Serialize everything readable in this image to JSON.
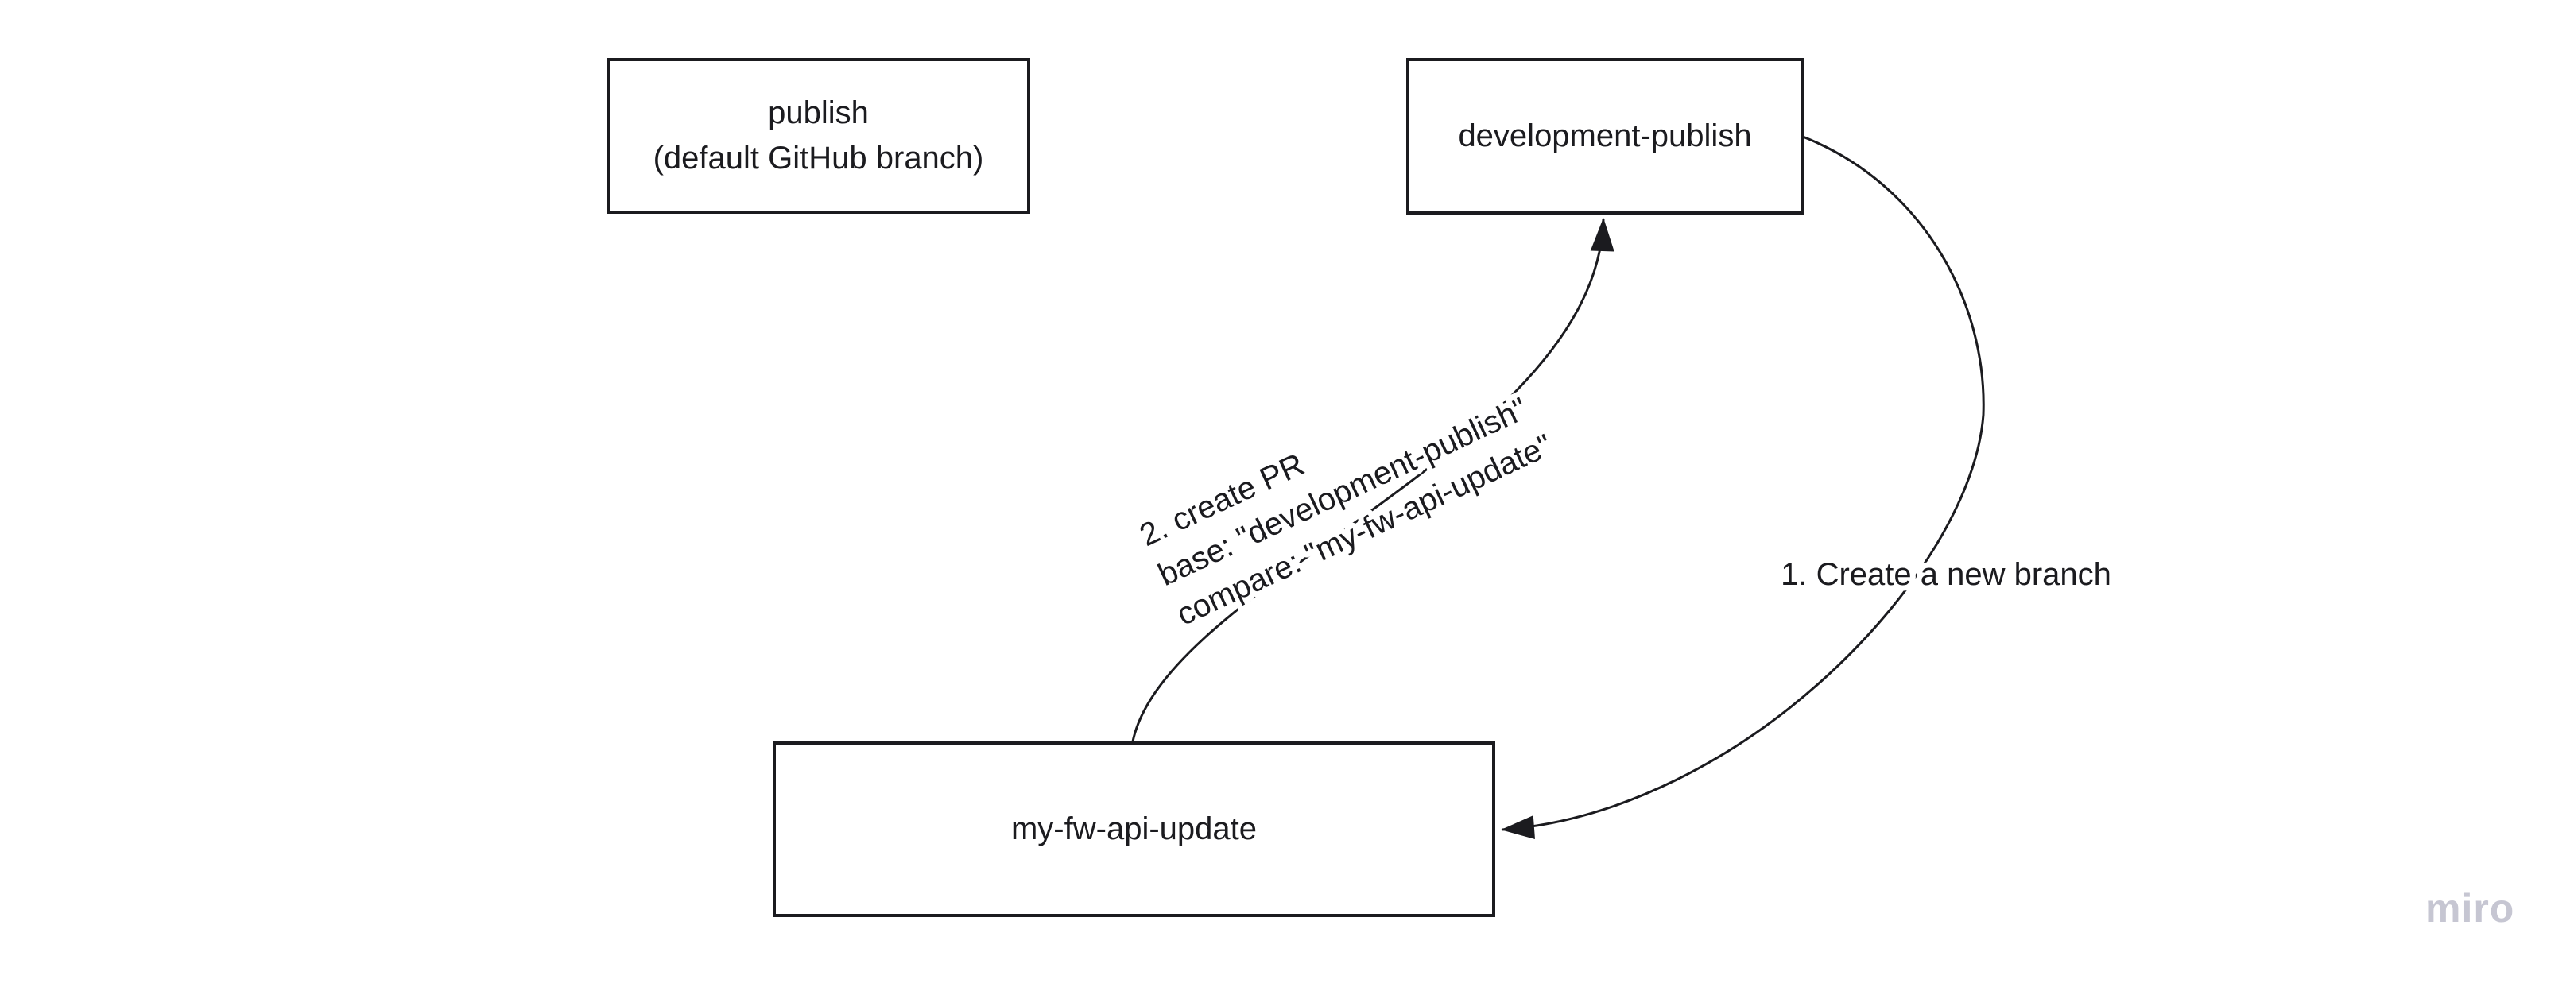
{
  "nodes": {
    "publish": {
      "line1": "publish",
      "line2": "(default GitHub branch)"
    },
    "development_publish": {
      "label": "development-publish"
    },
    "my_fw_api_update": {
      "label": "my-fw-api-update"
    }
  },
  "connectors": {
    "create_branch": {
      "label": "1. Create a new branch"
    },
    "create_pr": {
      "line1": "2. create PR",
      "line2": "base: \"development-publish\"",
      "line3": "compare: \"my-fw-api-update\""
    }
  },
  "watermark": "miro",
  "colors": {
    "stroke": "#1b1b1f",
    "text": "#1b1b1f",
    "watermark": "#c6c6d2",
    "background": "#ffffff"
  }
}
